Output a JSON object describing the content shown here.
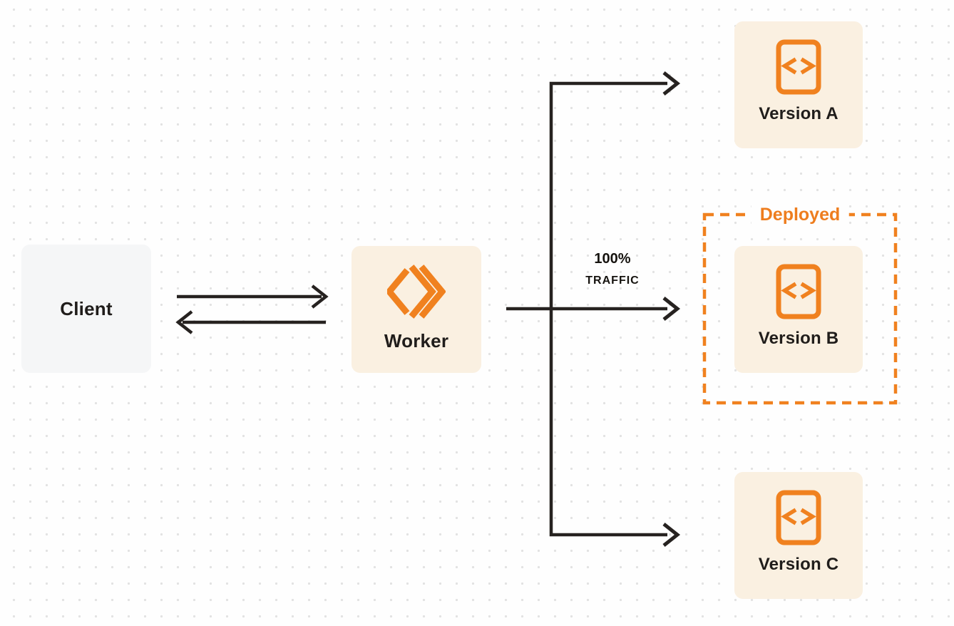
{
  "diagram": {
    "client": {
      "label": "Client"
    },
    "worker": {
      "label": "Worker"
    },
    "traffic": {
      "percent": "100%",
      "word": "TRAFFIC"
    },
    "deployed": {
      "label": "Deployed"
    },
    "versions": [
      {
        "label": "Version A",
        "deployed": false
      },
      {
        "label": "Version B",
        "deployed": true
      },
      {
        "label": "Version C",
        "deployed": false
      }
    ],
    "icons": {
      "worker": "workers-double-chevron-icon",
      "version": "code-file-icon"
    },
    "colors": {
      "orange": "#F0811F",
      "deployed_orange": "#EE7D1E",
      "node_cream": "#FAF0E1",
      "client_gray": "#F5F6F7",
      "line_dark": "#262220",
      "text_dark": "#201D1B",
      "background": "#FEFEFE",
      "dot_grid": "#E2E2E2"
    }
  }
}
